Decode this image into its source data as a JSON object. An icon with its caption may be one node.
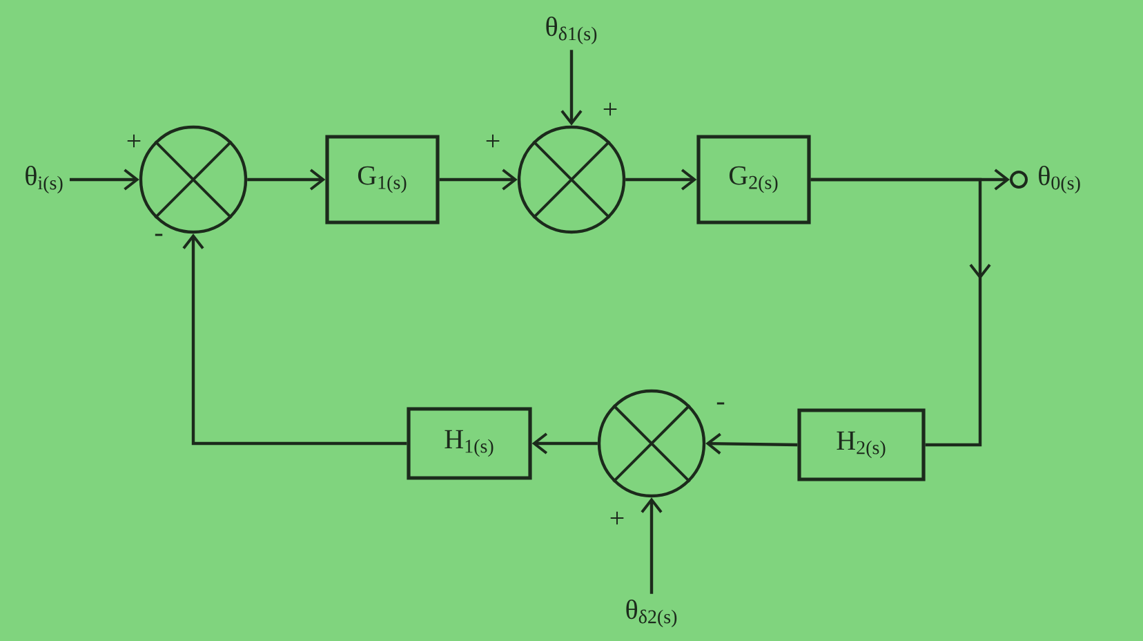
{
  "diagram": {
    "nodes": [
      {
        "text": [
          "θ$_{i(s)}$"
        ]
      },
      {
        "text": [],
        "shape": "circle"
      },
      {
        "text": [
          "G$_{1(s)}$"
        ]
      },
      {
        "text": [
          "θ$_{δ1(s)}$"
        ]
      },
      {
        "text": [],
        "shape": "circle"
      },
      {
        "text": [
          "G$_{2(s)}$"
        ]
      },
      {
        "text": [],
        "shape": "circle",
        "beside": [
          "θ$_{0(s)}$"
        ]
      },
      {
        "text": [
          "H$_{2(s)}$"
        ]
      },
      {
        "text": [],
        "shape": "circle"
      },
      {
        "text": [
          "H$_{1(s)}$"
        ]
      },
      {
        "text": [
          "θ$_{δ2(s)}$"
        ]
      }
    ],
    "edges": [
      {
        "from": 0,
        "to": 1,
        "arrow": "to"
      },
      {
        "from": 1,
        "to": 2,
        "arrow": "to"
      },
      {
        "from": 2,
        "to": 4,
        "arrow": "to"
      },
      {
        "from": 3,
        "to": 4,
        "arrow": "to"
      },
      {
        "from": 4,
        "to": 5,
        "arrow": "to"
      },
      {
        "from": 5,
        "to": 6,
        "arrow": "to"
      },
      {
        "from": 5,
        "to": 7,
        "arrow": "to"
      },
      {
        "from": 7,
        "to": 8,
        "arrow": "to"
      },
      {
        "from": 8,
        "to": 9,
        "arrow": "to"
      },
      {
        "from": 10,
        "to": 8,
        "arrow": "to"
      },
      {
        "from": 9,
        "to": 1,
        "arrow": "to"
      }
    ],
    "labels": [
      "+",
      "+",
      "+",
      "-",
      "-",
      "+"
    ]
  }
}
